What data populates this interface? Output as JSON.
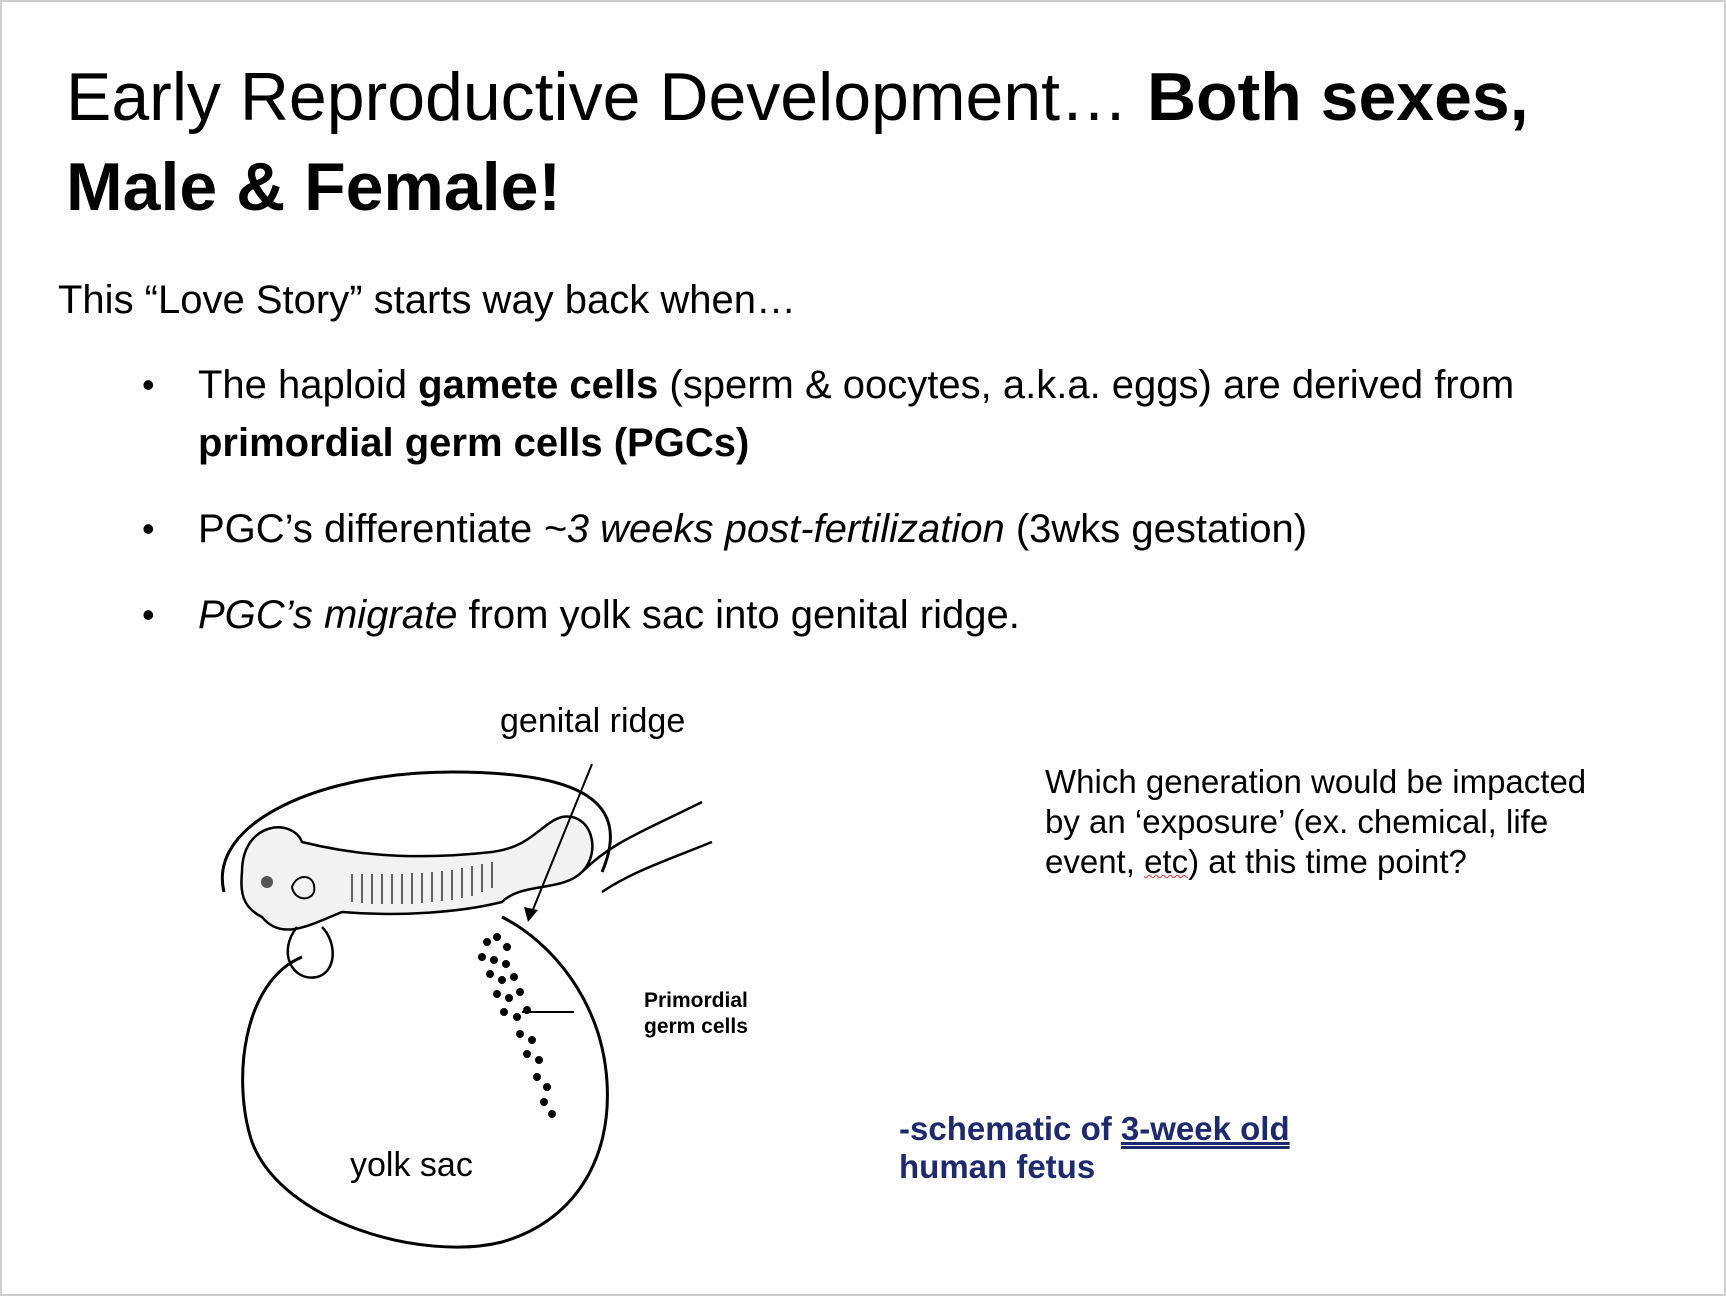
{
  "title": {
    "regular": "Early Reproductive Development… ",
    "bold": "Both sexes, Male & Female!"
  },
  "intro": "This “Love Story” starts way back when…",
  "bullets": [
    {
      "t1": " The haploid ",
      "b1": "gamete cells",
      "t2": " (sperm & oocytes, a.k.a. eggs) are derived from ",
      "b2": "primordial germ cells (PGCs)"
    },
    {
      "t1": "PGC’s differentiate ",
      "i1": "~3 weeks post-fertilization",
      "t2": " (3wks gestation)"
    },
    {
      "i1": "PGC’s migrate",
      "t1": " from yolk sac into genital ridge."
    }
  ],
  "diagram": {
    "label_genital_ridge": "genital ridge",
    "label_pgc_line1": "Primordial",
    "label_pgc_line2": "germ cells",
    "label_yolk_sac": "yolk sac"
  },
  "question": {
    "part1": "Which generation would be impacted by an ‘exposure’ (ex. chemical, life event, ",
    "squiggle": "etc",
    "part2": ") at this time point?"
  },
  "caption": {
    "prefix": "-schematic of ",
    "link": "3-week old",
    "line2": "human fetus"
  }
}
